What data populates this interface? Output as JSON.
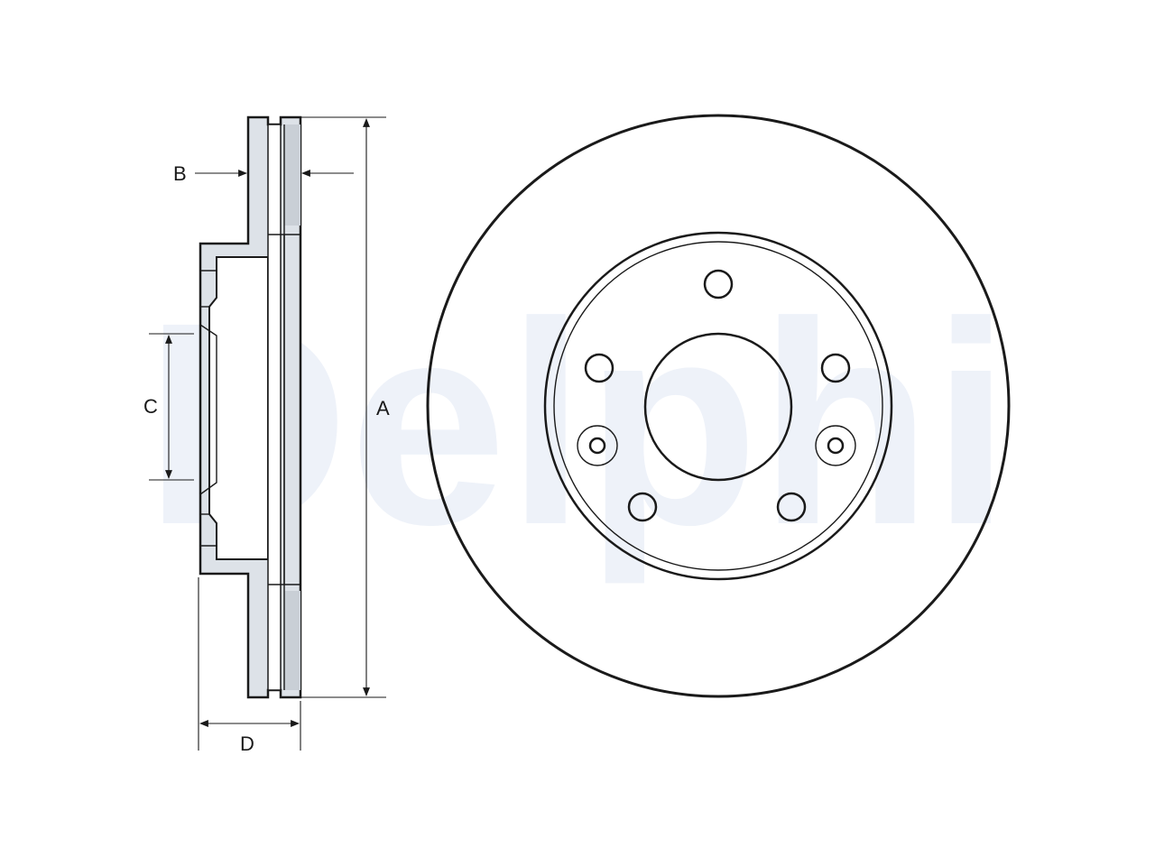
{
  "watermark": {
    "text": "Delphi",
    "color": "#eef2f9"
  },
  "colors": {
    "line": "#1a1a1a",
    "face_fill": "#ffffff",
    "section_fill": "#dde2e8",
    "section_fill_dark": "#c9cfd6"
  },
  "dimensions": {
    "a": "A",
    "b": "B",
    "c": "C",
    "d": "D"
  },
  "front_view": {
    "bolt_holes": 5,
    "locating_holes": 2
  }
}
